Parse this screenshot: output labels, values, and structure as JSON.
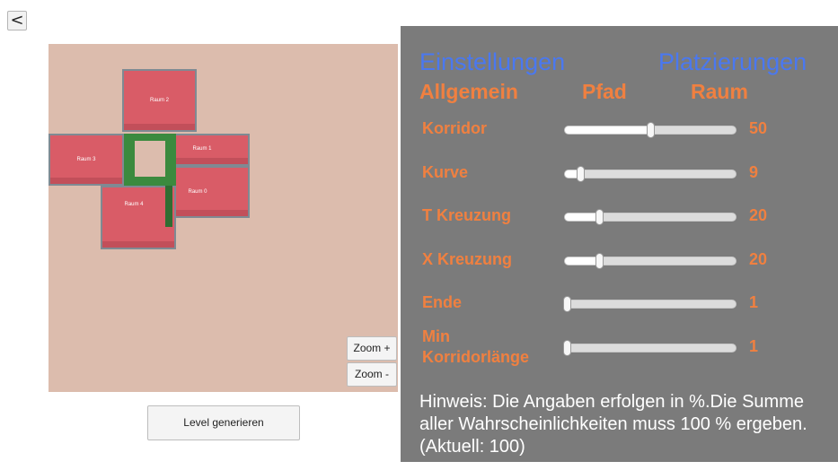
{
  "back_button": {
    "label": "<"
  },
  "map": {
    "rooms": [
      {
        "label": "Raum 2"
      },
      {
        "label": "Raum 3"
      },
      {
        "label": "Raum 1"
      },
      {
        "label": "Raum 0"
      },
      {
        "label": "Raum 4"
      }
    ]
  },
  "zoom": {
    "in_label": "Zoom +",
    "out_label": "Zoom -"
  },
  "generate_button": {
    "label": "Level generieren"
  },
  "panel": {
    "top_tabs": [
      "Einstellungen",
      "Platzierungen"
    ],
    "sub_tabs": [
      "Allgemein",
      "Pfad",
      "Raum"
    ],
    "settings": [
      {
        "label": "Korridor",
        "value": 50
      },
      {
        "label": "Kurve",
        "value": 9
      },
      {
        "label": "T Kreuzung",
        "value": 20
      },
      {
        "label": "X Kreuzung",
        "value": 20
      },
      {
        "label": "Ende",
        "value": 1
      },
      {
        "label": "Min Korridorlänge",
        "value": 1
      }
    ],
    "hint": "Hinweis: Die Angaben erfolgen in %.Die Summe aller Wahrscheinlichkeiten muss 100 % ergeben. (Aktuell: 100)"
  },
  "colors": {
    "panel_bg": "#7b7b7b",
    "top_tab": "#4a78f0",
    "accent_orange": "#f08040",
    "map_bg": "#dcbcad",
    "room": "#d95c67",
    "corridor": "#3b8a3e"
  }
}
